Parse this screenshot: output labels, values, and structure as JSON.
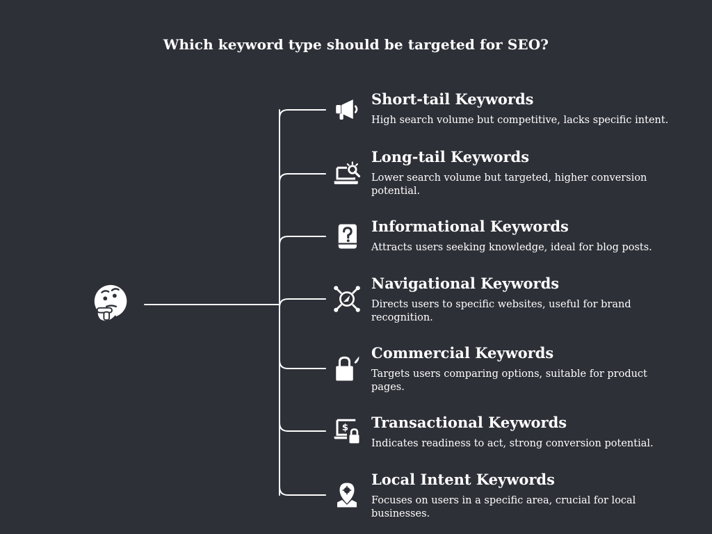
{
  "title": "Which keyword type should be targeted for SEO?",
  "root": {
    "icon": "thinking-face-icon"
  },
  "items": [
    {
      "heading": "Short-tail Keywords",
      "description": "High search volume but competitive, lacks specific intent.",
      "icon": "megaphone-icon"
    },
    {
      "heading": "Long-tail Keywords",
      "description": "Lower search volume but targeted, higher conversion potential.",
      "icon": "laptop-search-icon"
    },
    {
      "heading": "Informational Keywords",
      "description": "Attracts users seeking knowledge, ideal for blog posts.",
      "icon": "question-book-icon"
    },
    {
      "heading": "Navigational Keywords",
      "description": "Directs users to specific websites, useful for brand recognition.",
      "icon": "navigation-arrows-icon"
    },
    {
      "heading": "Commercial Keywords",
      "description": "Targets users comparing options, suitable for product pages.",
      "icon": "shopping-bag-icon"
    },
    {
      "heading": "Transactional Keywords",
      "description": "Indicates readiness to act, strong conversion potential.",
      "icon": "dollar-laptop-lock-icon"
    },
    {
      "heading": "Local Intent Keywords",
      "description": "Focuses on users in a specific area, crucial for local businesses.",
      "icon": "map-pin-icon"
    }
  ]
}
